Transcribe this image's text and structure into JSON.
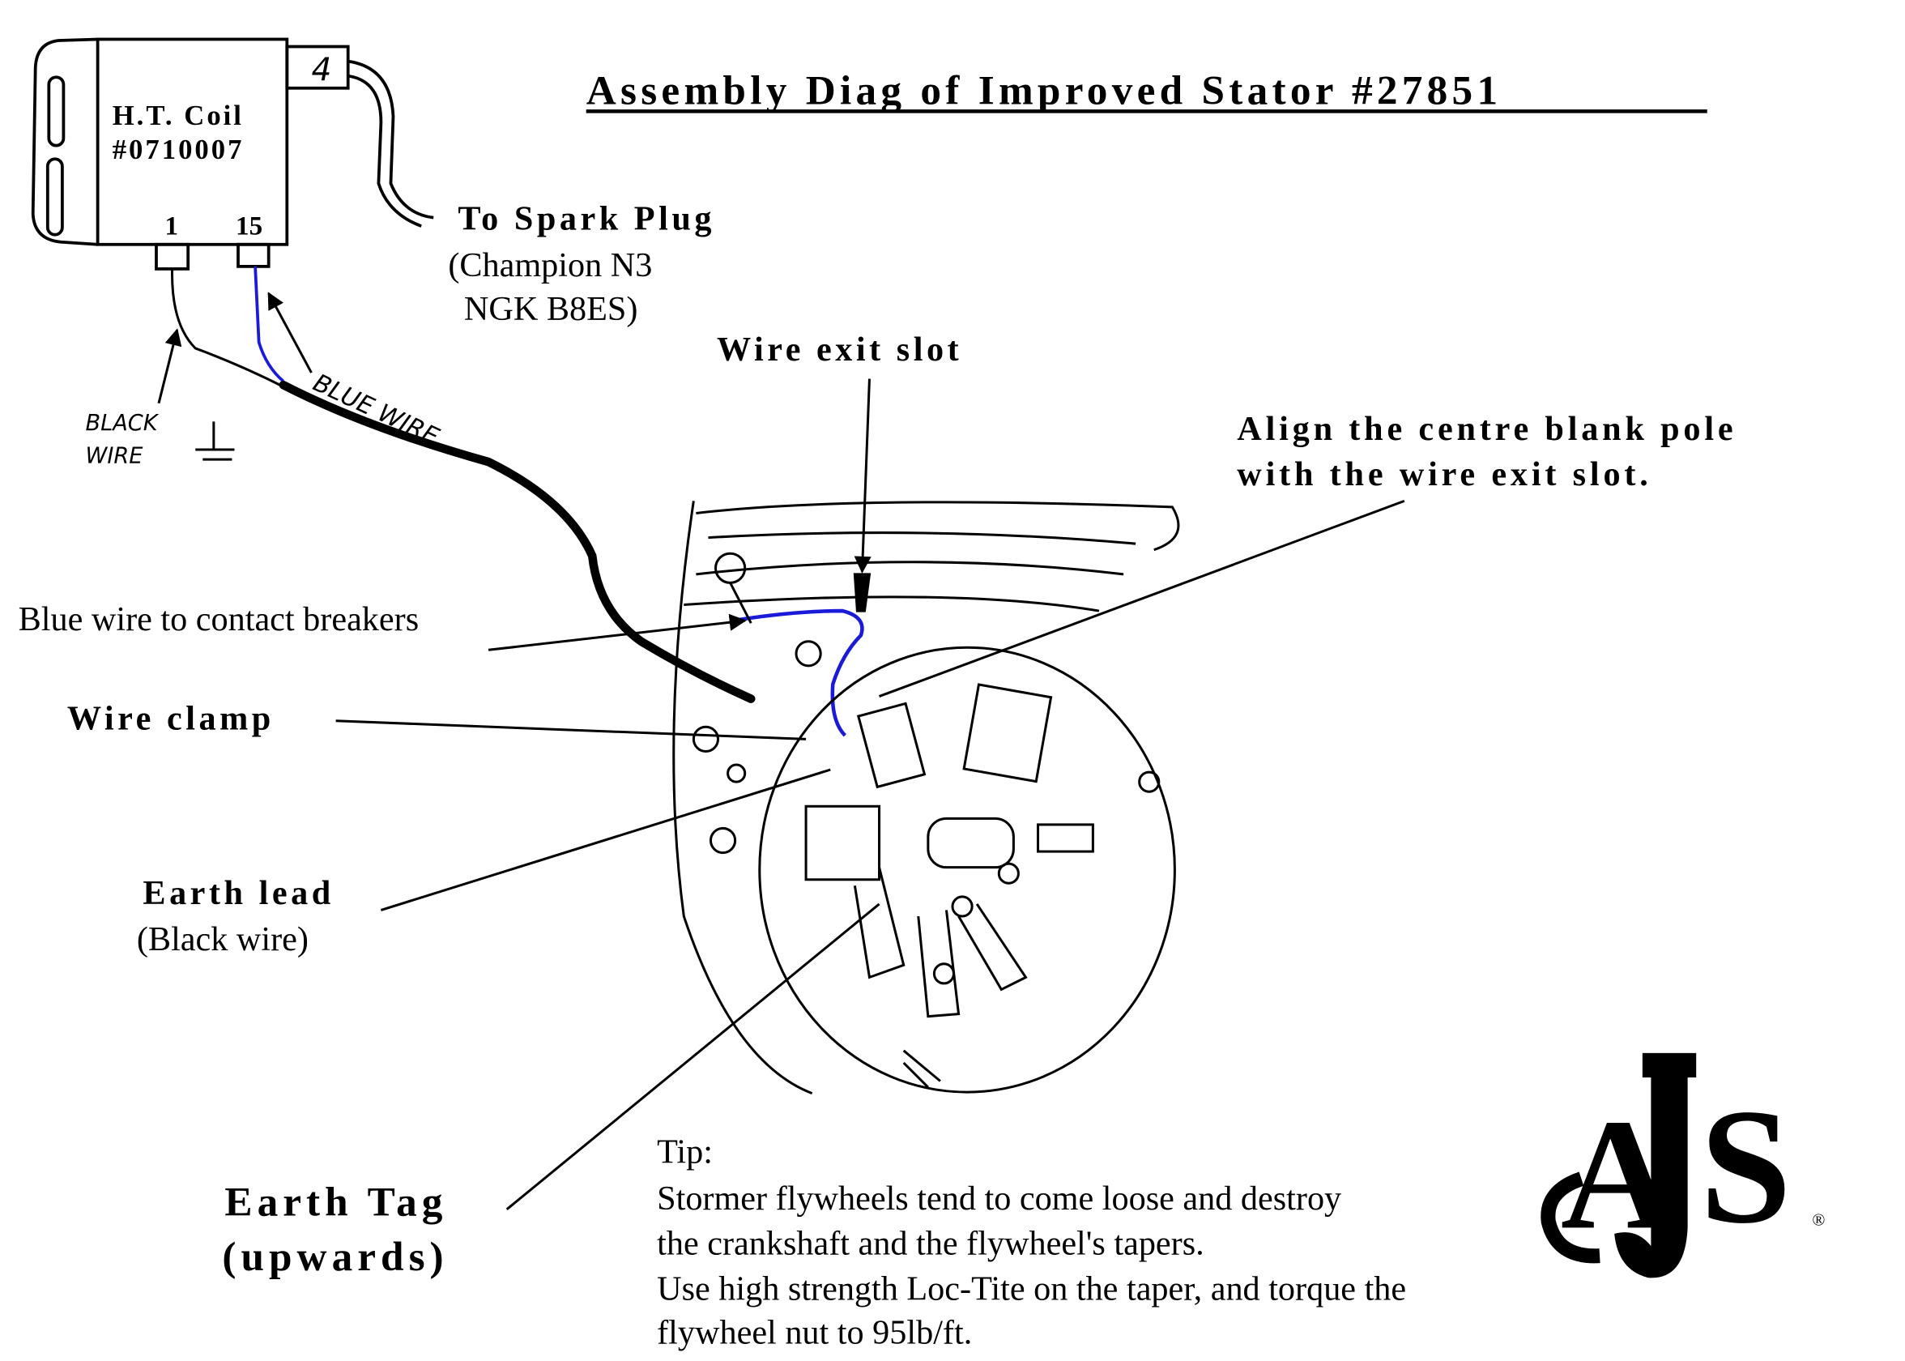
{
  "title": "Assembly Diag of Improved Stator #27851",
  "coil": {
    "name": "H.T. Coil",
    "part_number": "#0710007",
    "terminal_1": "1",
    "terminal_15": "15",
    "terminal_4": "4"
  },
  "labels": {
    "spark_plug": "To Spark Plug",
    "spark_plug_type_1": "(Champion N3",
    "spark_plug_type_2": "NGK B8ES)",
    "wire_exit_slot": "Wire exit slot",
    "align_1": "Align the centre blank pole",
    "align_2": "with the wire exit slot.",
    "blue_wire_breakers": "Blue wire to contact breakers",
    "wire_clamp": "Wire clamp",
    "earth_lead": "Earth lead",
    "earth_lead_sub": "(Black wire)",
    "earth_tag": "Earth Tag",
    "earth_tag_sub": "(upwards)",
    "hand_black_1": "BLACK",
    "hand_black_2": "WIRE",
    "hand_blue": "BLUE WIRE"
  },
  "tip": {
    "heading": "Tip:",
    "lines": [
      "Stormer flywheels tend to come loose and destroy",
      "the crankshaft and the flywheel's tapers.",
      "Use high strength Loc-Tite on the taper, and torque the",
      "flywheel nut to 95lb/ft."
    ]
  },
  "logo": {
    "text": "AJS",
    "registered": "®"
  },
  "colors": {
    "ink": "#000000",
    "blue_wire": "#1a1ad8",
    "background": "#ffffff"
  }
}
